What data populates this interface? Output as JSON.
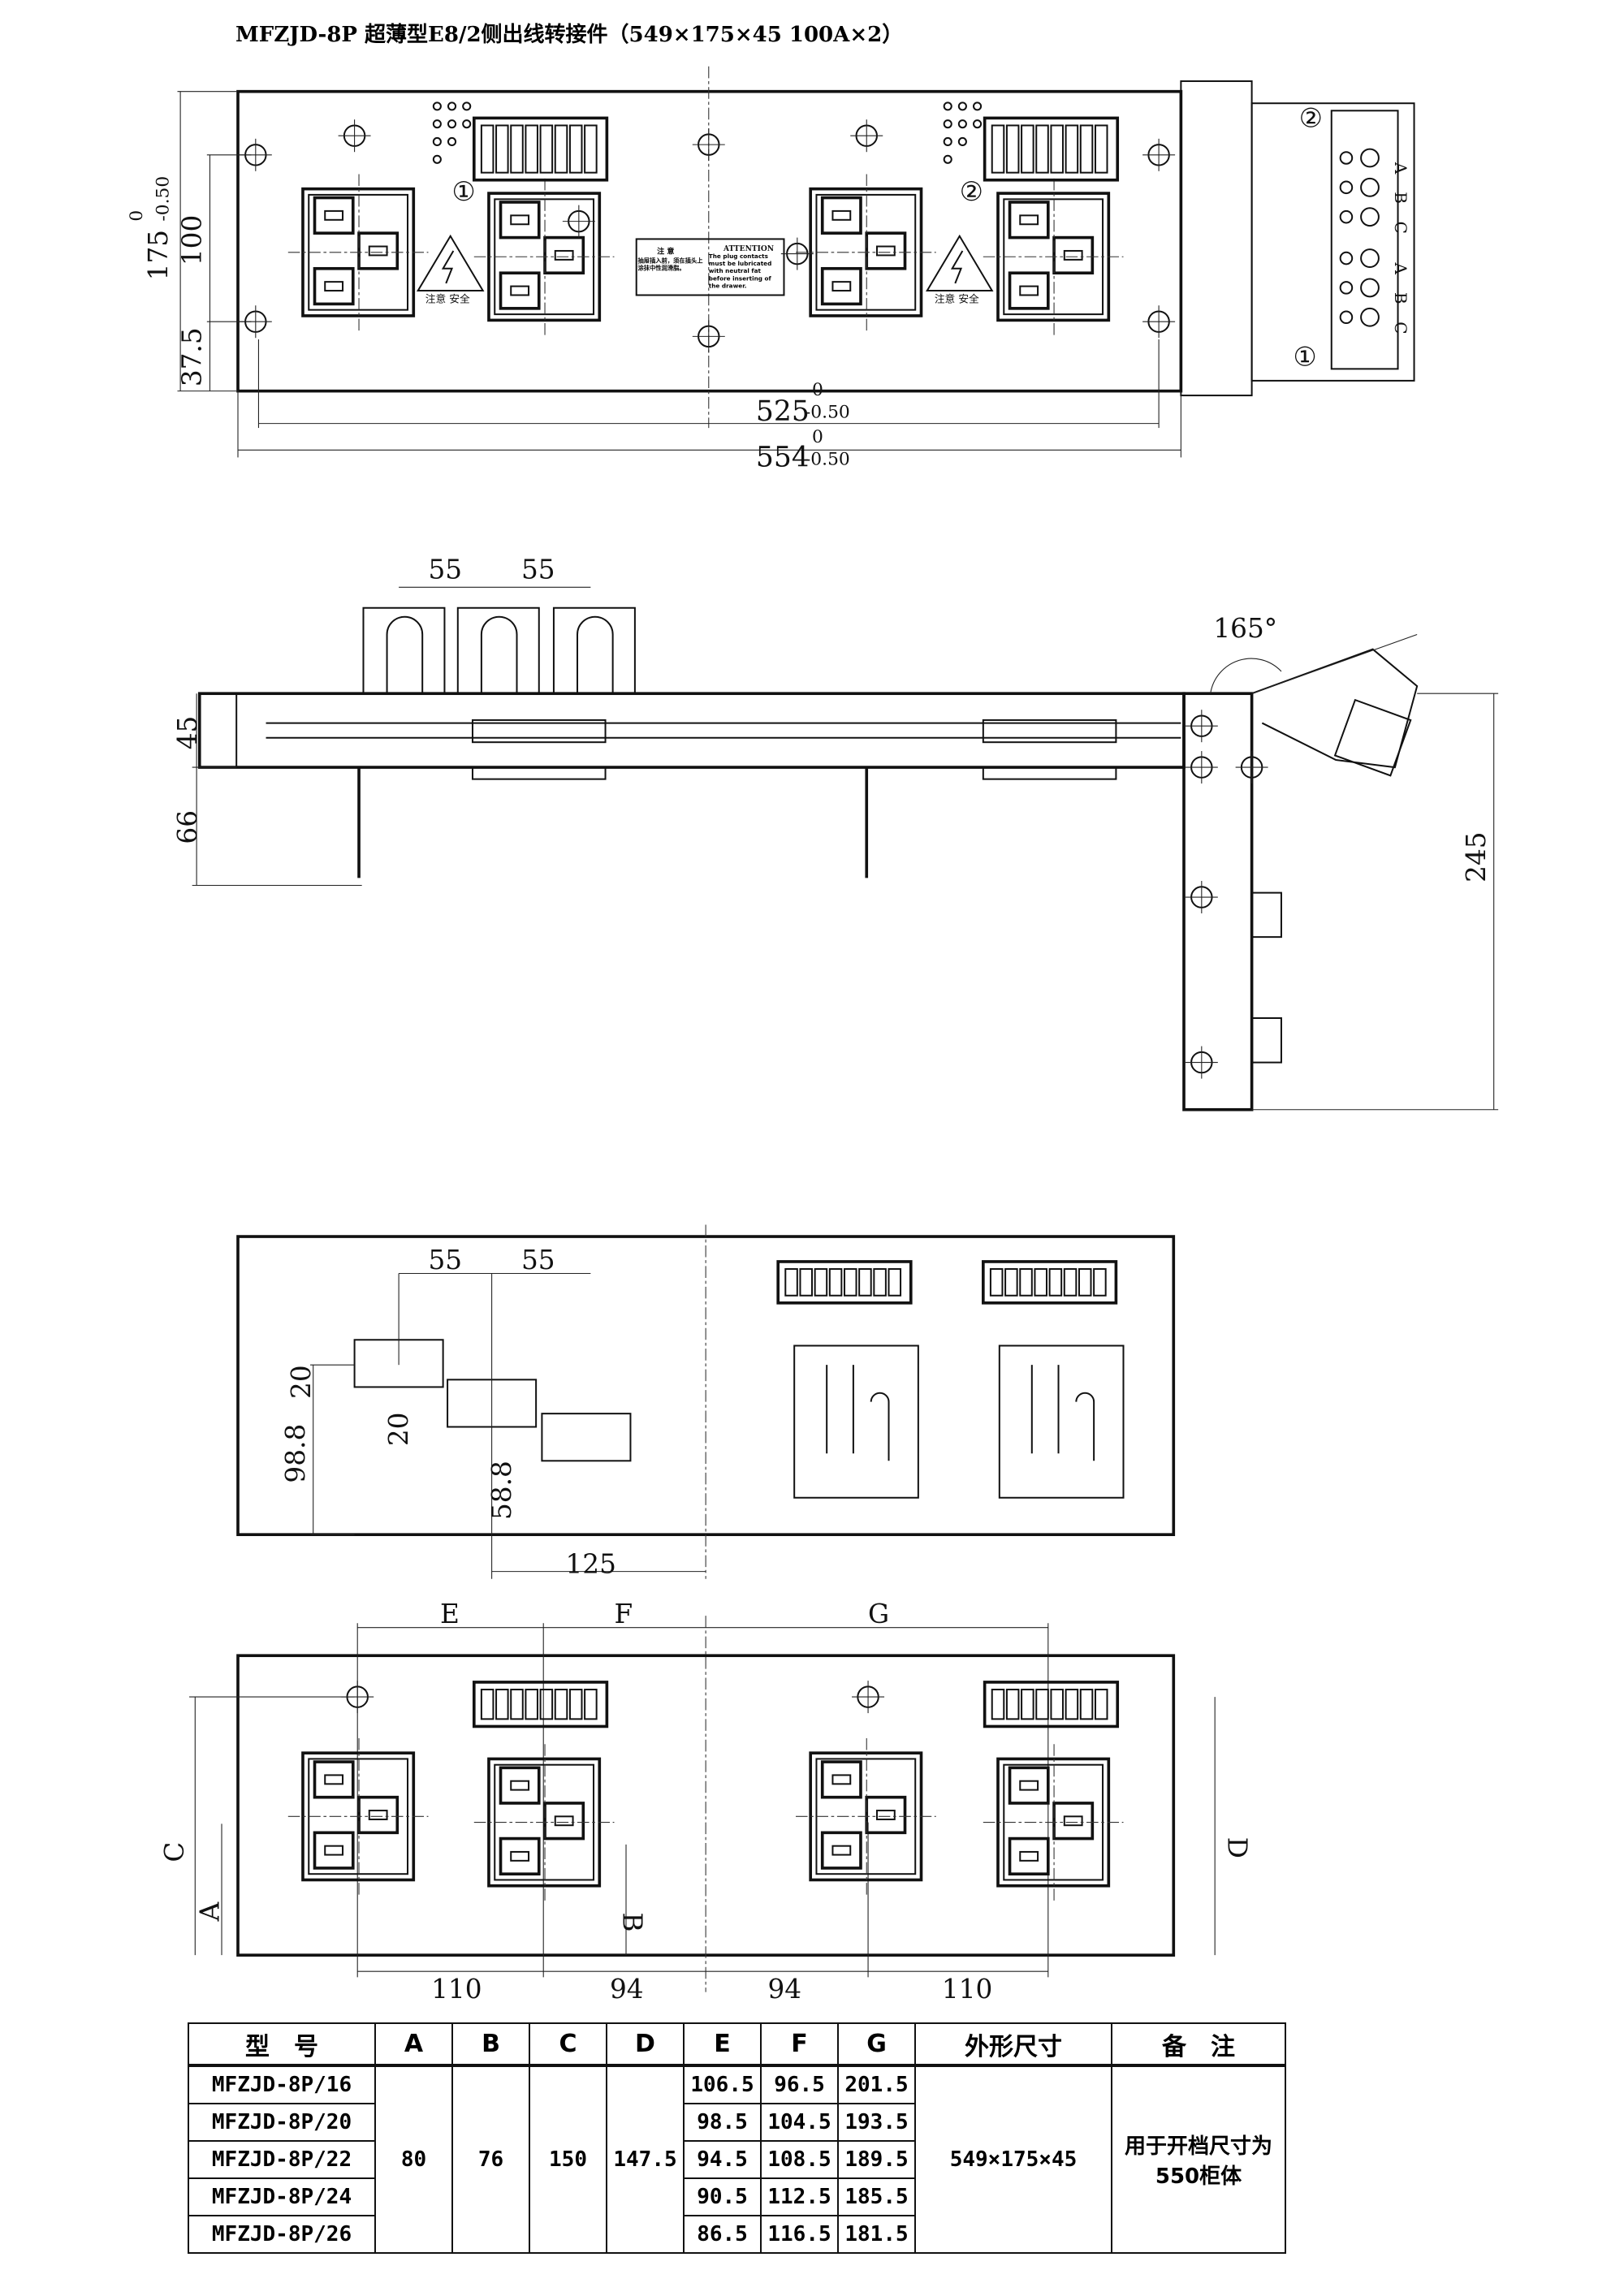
{
  "title": "MFZJD-8P 超薄型E8/2侧出线转接件（549×175×45 100A×2）",
  "top_view": {
    "dim_height": "175",
    "dim_height_tol_upper": "0",
    "dim_height_tol_lower": "-0.50",
    "dim_hole_spacing": "100",
    "dim_hole_offset": "37.5",
    "dim_hole_width": "525",
    "dim_hole_width_tol_upper": "0",
    "dim_hole_width_tol_lower": "-0.50",
    "dim_total_width": "554",
    "dim_total_width_tol_upper": "0",
    "dim_total_width_tol_lower": "-0.50",
    "circuit_marks": [
      "①",
      "②",
      "②",
      "①"
    ],
    "warning_sign_text": "注意 安全",
    "notice_cn_title": "注  意",
    "notice_cn_body": "抽屉插入前，须在插头上涂抹中性润滑脂。",
    "notice_en_title": "ATTENTION",
    "notice_en_body": "The plug contacts must be lubricated with neutral fat before inserting of the drawer.",
    "terminal_phase_labels": [
      "A",
      "B",
      "C",
      "A",
      "B",
      "C"
    ]
  },
  "side_view": {
    "dim_pitch_1": "55",
    "dim_pitch_2": "55",
    "dim_angle": "165°",
    "dim_thickness": "45",
    "dim_pin_length": "66",
    "dim_panel_height": "245"
  },
  "bottom_view": {
    "dim_pitch_1": "55",
    "dim_pitch_2": "55",
    "dim_step_1": "20",
    "dim_step_2": "20",
    "dim_height_a": "98.8",
    "dim_height_b": "58.8",
    "dim_offset": "125"
  },
  "install_view": {
    "labels": {
      "E": "E",
      "F": "F",
      "G": "G",
      "C": "C",
      "A": "A",
      "B": "B",
      "D": "D"
    },
    "dims_bottom": [
      "110",
      "94",
      "94",
      "110"
    ]
  },
  "spec_table": {
    "headers": [
      "型　号",
      "A",
      "B",
      "C",
      "D",
      "E",
      "F",
      "G",
      "外形尺寸",
      "备　注"
    ],
    "models": [
      "MFZJD-8P/16",
      "MFZJD-8P/20",
      "MFZJD-8P/22",
      "MFZJD-8P/24",
      "MFZJD-8P/26"
    ],
    "A": "80",
    "B": "76",
    "C": "150",
    "D": "147.5",
    "E": [
      "106.5",
      "98.5",
      "94.5",
      "90.5",
      "86.5"
    ],
    "F": [
      "96.5",
      "104.5",
      "108.5",
      "112.5",
      "116.5"
    ],
    "G": [
      "201.5",
      "193.5",
      "189.5",
      "185.5",
      "181.5"
    ],
    "outline": "549×175×45",
    "remark_line1": "用于开档尺寸为",
    "remark_line2": "550柜体"
  }
}
